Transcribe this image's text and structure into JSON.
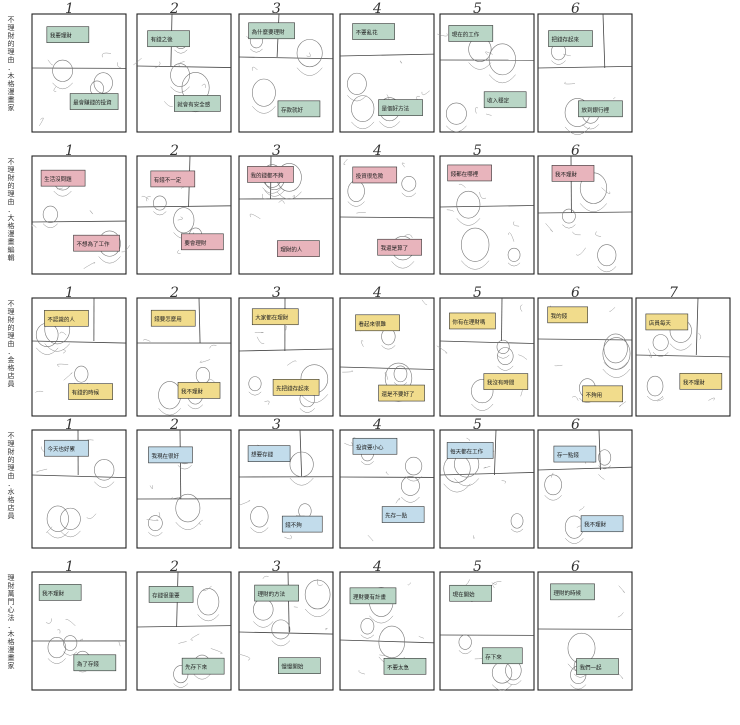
{
  "rows": [
    {
      "title": "不理財的理由．木格漫畫家",
      "accent": "#b9d6c6",
      "panels": [
        {
          "num": "1",
          "boxes": [
            "我要理財",
            "最會賺錢的投資"
          ]
        },
        {
          "num": "2",
          "boxes": [
            "有錢之後",
            "就會有安全感"
          ]
        },
        {
          "num": "3",
          "boxes": [
            "為什麼要理財",
            "存款就好"
          ]
        },
        {
          "num": "4",
          "boxes": [
            "不要亂花",
            "是個好方法"
          ]
        },
        {
          "num": "5",
          "boxes": [
            "現在的工作",
            "收入穩定"
          ]
        },
        {
          "num": "6",
          "boxes": [
            "把錢存起來",
            "放到銀行裡"
          ]
        }
      ]
    },
    {
      "title": "不理財的理由．大格漫畫編輯",
      "accent": "#e8b4bc",
      "panels": [
        {
          "num": "1",
          "boxes": [
            "生活沒問題",
            "不想為了工作"
          ]
        },
        {
          "num": "2",
          "boxes": [
            "有錢不一定",
            "要會理財"
          ]
        },
        {
          "num": "3",
          "boxes": [
            "我的錢都不夠",
            "理財的人"
          ]
        },
        {
          "num": "4",
          "boxes": [
            "投資很危險",
            "我還是算了"
          ]
        },
        {
          "num": "5",
          "boxes": [
            "錢都在哪裡"
          ]
        },
        {
          "num": "6",
          "boxes": [
            "我不理財"
          ]
        }
      ]
    },
    {
      "title": "不理財的理由．金格店員",
      "accent": "#f1dc8c",
      "panels": [
        {
          "num": "1",
          "boxes": [
            "不認識的人",
            "有錢的時候"
          ]
        },
        {
          "num": "2",
          "boxes": [
            "錢要怎麼用",
            "我不理財"
          ]
        },
        {
          "num": "3",
          "boxes": [
            "大家都在理財",
            "先把錢存起來"
          ]
        },
        {
          "num": "4",
          "boxes": [
            "看起來很難",
            "還是不要好了"
          ]
        },
        {
          "num": "5",
          "boxes": [
            "你有在理財嗎",
            "我沒有時間"
          ]
        },
        {
          "num": "6",
          "boxes": [
            "我的錢",
            "不夠用"
          ]
        },
        {
          "num": "7",
          "boxes": [
            "店員每天",
            "我不理財"
          ]
        }
      ]
    },
    {
      "title": "不理財的理由．水格店員",
      "accent": "#c2dceb",
      "panels": [
        {
          "num": "1",
          "boxes": [
            "今天也好累"
          ]
        },
        {
          "num": "2",
          "boxes": [
            "我現在很好"
          ]
        },
        {
          "num": "3",
          "boxes": [
            "想要存錢",
            "錢不夠"
          ]
        },
        {
          "num": "4",
          "boxes": [
            "投資要小心",
            "先存一點"
          ]
        },
        {
          "num": "5",
          "boxes": [
            "每天都在工作"
          ]
        },
        {
          "num": "6",
          "boxes": [
            "存一點錢",
            "我不理財"
          ]
        }
      ]
    },
    {
      "title": "理財萬門心法．木格漫畫家",
      "accent": "#b9d6c6",
      "panels": [
        {
          "num": "1",
          "boxes": [
            "我不理財",
            "為了存錢"
          ]
        },
        {
          "num": "2",
          "boxes": [
            "存錢很重要",
            "先存下來"
          ]
        },
        {
          "num": "3",
          "boxes": [
            "理財的方法",
            "慢慢開始"
          ]
        },
        {
          "num": "4",
          "boxes": [
            "理財要有計畫",
            "不要太急"
          ]
        },
        {
          "num": "5",
          "boxes": [
            "現在開始",
            "存下來"
          ]
        },
        {
          "num": "6",
          "boxes": [
            "理財的時候",
            "我們一起"
          ]
        }
      ]
    }
  ]
}
